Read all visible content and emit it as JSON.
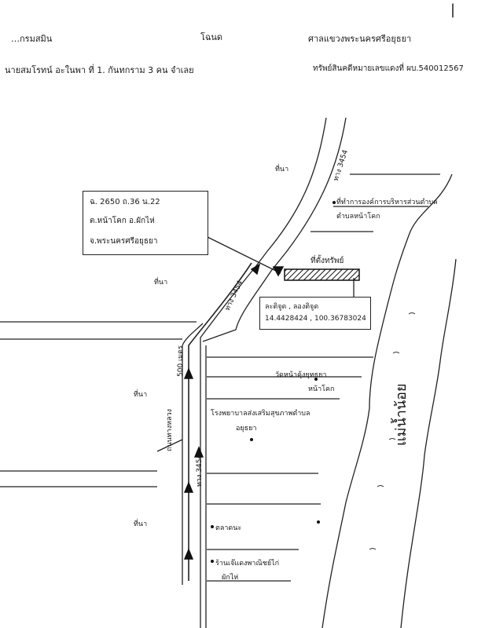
{
  "header": {
    "left_title": "…กรมสมิน",
    "center_title": "โฉนด",
    "right_title": "ศาลแขวงพระนครศรีอยุธยา",
    "owner_line": "นายสมโรทน์ อะในพา ที่ 1. กันทกราม 3 คน จำเลย",
    "case_line": "ทรัพย์สินคดีหมายเลขแดงที่ ผบ.540012567"
  },
  "map": {
    "field_labels": [
      "ที่นา",
      "ที่นา",
      "ที่นา",
      "ที่นา"
    ],
    "road_label_top": "ทาง 3454",
    "road_label_mid": "ทาง 3454",
    "road_label_low": "ทาง 3454",
    "distance_label": "500 เมตร",
    "distance_label_2": "ถนนทางหลวง",
    "deed_box": {
      "line1": "ฉ. 2650  ถ.36  น.22",
      "line2": "ต.หน้าโคก  อ.ผักไห่",
      "line3": "จ.พระนครศรีอยุธยา"
    },
    "coord_box": {
      "line1": "ละติจูด     , ลองติจูด",
      "line2": "14.4428424 , 100.36783024"
    },
    "site_label": "ที่ตั้งทรัพย์",
    "landmarks": {
      "school_top_1": "ที่ทำการองค์การบริหารส่วนตำบล",
      "school_top_2": "ตำบลหน้าโคก",
      "temple_1": "วัดหน้าคุ้งยุทธยา",
      "temple_2": "หน้าโคก",
      "hospital_1": "โรงพยาบาลส่งเสริมสุขภาพตำบล",
      "hospital_2": "อยุธยา",
      "shop": "ตลาดนะ",
      "market_1": "ร้านเจ๊แดงพาณิชย์ไก่",
      "market_2": "ผักไห่"
    },
    "river_label": "แม่น้ำน้อย",
    "page_mark": "|"
  }
}
